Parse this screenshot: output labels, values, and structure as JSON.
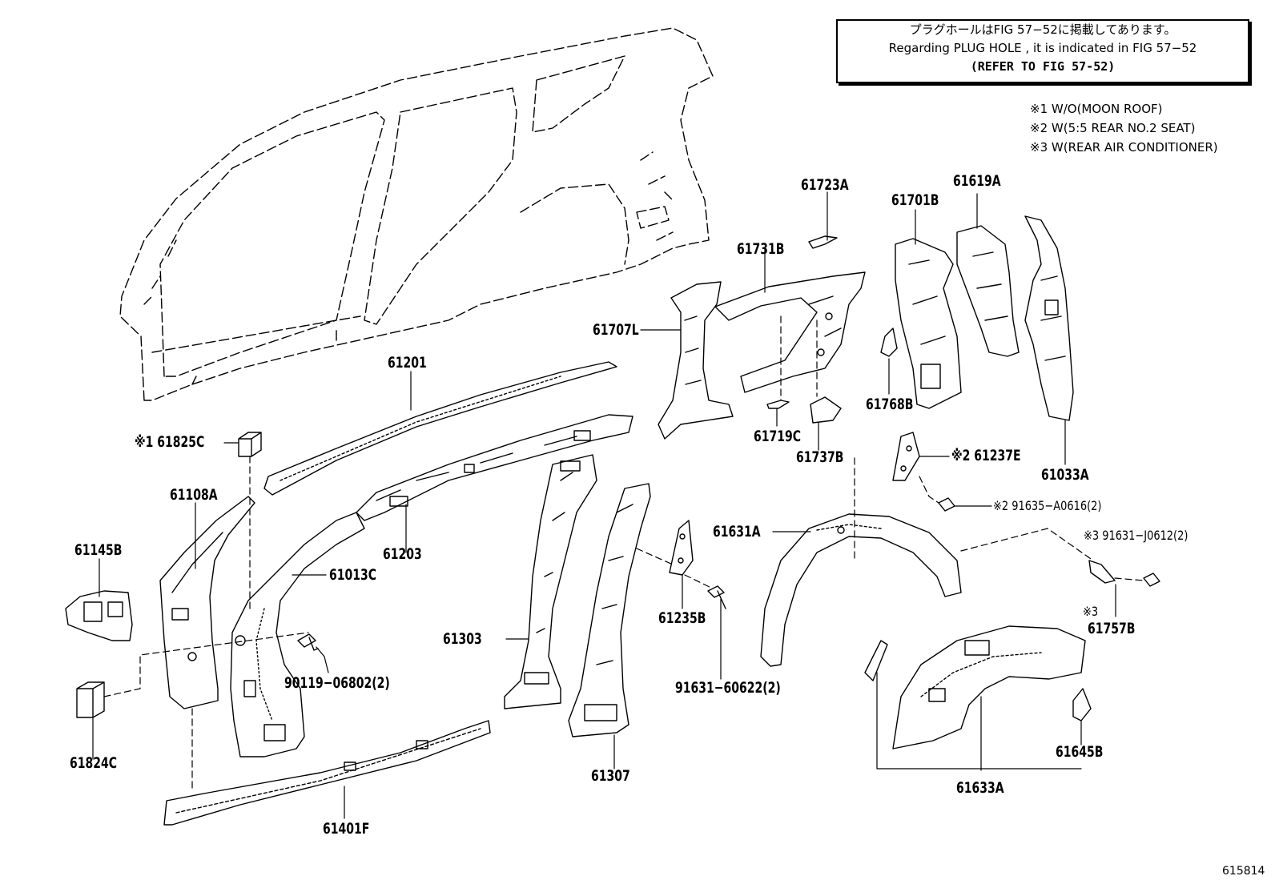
{
  "note": {
    "line_ja": "プラグホールはFIG 57−52に掲載してあります。",
    "line_en": "Regarding  PLUG  HOLE , it is indicated in FIG  57−52",
    "line_ref": "(REFER TO FIG 57-52)"
  },
  "conditions": [
    "※1 W/O(MOON ROOF)",
    "※2 W(5:5 REAR NO.2 SEAT)",
    "※3 W(REAR AIR CONDITIONER)"
  ],
  "parts": {
    "p61201": "61201",
    "p61825c": "※1 61825C",
    "p61108a": "61108A",
    "p61145b": "61145B",
    "p61203": "61203",
    "p61013c": "61013C",
    "p90119": "90119−06802(2)",
    "p61824c": "61824C",
    "p61303": "61303",
    "p61307": "61307",
    "p61401f": "61401F",
    "p61707l": "61707L",
    "p61731b": "61731B",
    "p61723a": "61723A",
    "p61719c": "61719C",
    "p61737b": "61737B",
    "p61768b": "61768B",
    "p61701b": "61701B",
    "p61619a": "61619A",
    "p61033a": "61033A",
    "p61237e": "※2 61237E",
    "p91635": "※2 91635−A0616(2)",
    "p61631a": "61631A",
    "p61235b": "61235B",
    "p91631_60622": "91631−60622(2)",
    "p91631_j0612": "※3 91631−J0612(2)",
    "p61757b_mark": "※3",
    "p61757b": "61757B",
    "p61645b": "61645B",
    "p61633a": "61633A"
  },
  "figure_number": "615814"
}
